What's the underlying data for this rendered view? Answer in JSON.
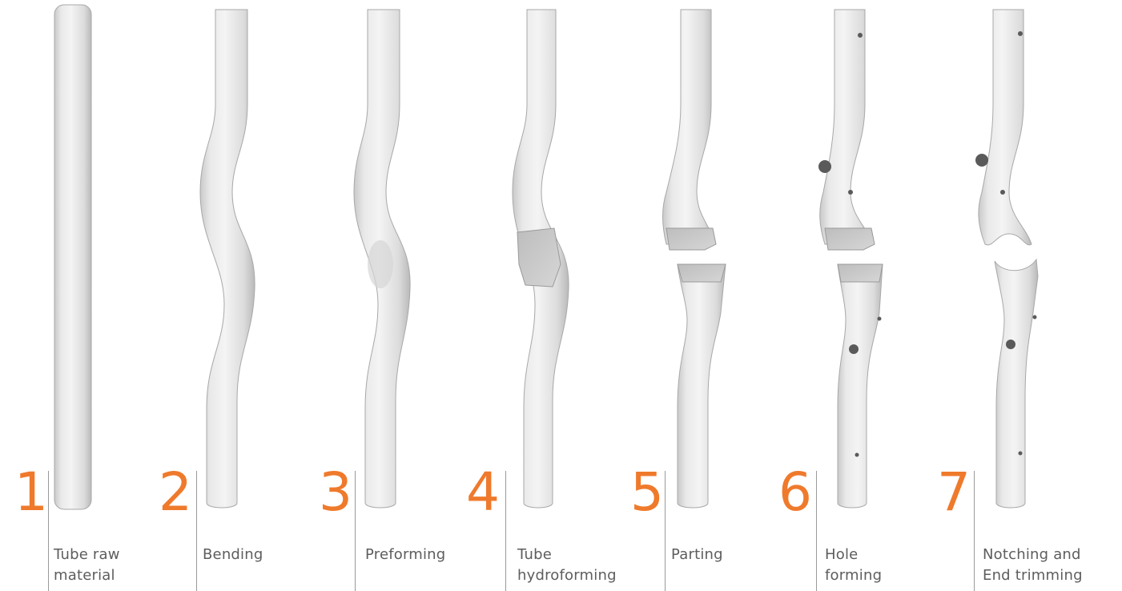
{
  "accent_color": "#ef7a2c",
  "steps": [
    {
      "number": "1",
      "label": "Tube raw\nmaterial",
      "icon": "straight-tube-icon"
    },
    {
      "number": "2",
      "label": "Bending",
      "icon": "bent-tube-icon"
    },
    {
      "number": "3",
      "label": "Preforming",
      "icon": "preformed-tube-icon"
    },
    {
      "number": "4",
      "label": "Tube\nhydroforming",
      "icon": "hydroformed-tube-icon"
    },
    {
      "number": "5",
      "label": "Parting",
      "icon": "parted-tube-icon"
    },
    {
      "number": "6",
      "label": "Hole\nforming",
      "icon": "hole-formed-tube-icon"
    },
    {
      "number": "7",
      "label": "Notching and\nEnd trimming",
      "icon": "notched-trimmed-tube-icon"
    }
  ]
}
